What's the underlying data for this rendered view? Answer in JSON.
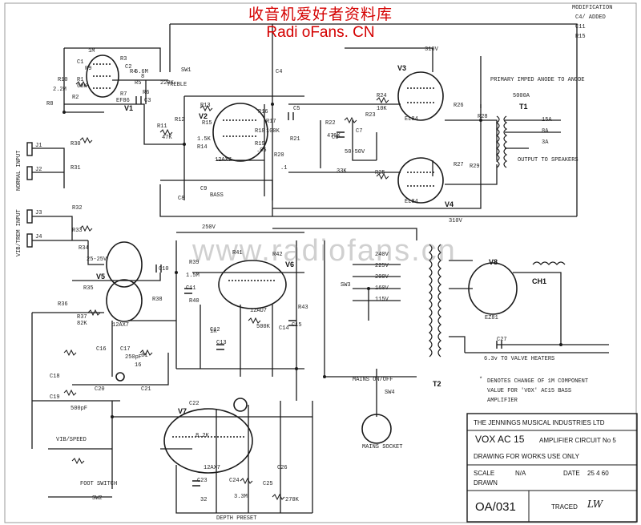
{
  "header": {
    "site_cn": "收音机爱好者资料库",
    "site_en": "Radi oFans. CN"
  },
  "watermark": "www.radiofans.cn",
  "modification": {
    "title": "MODIFICATION",
    "line1": "C4/ ADDED",
    "line2": "C11",
    "line3": "R15"
  },
  "tubes": {
    "v1": "V1",
    "v1_type": "EF86",
    "v2": "V2",
    "v2_type": "12AX7",
    "v3": "V3",
    "v3_type": "EL84",
    "v4": "V4",
    "v4_type": "EL84",
    "v5": "V5",
    "v5_type": "12AX7",
    "v6": "V6",
    "v6_type": "12AU7",
    "v7": "V7",
    "v7_type": "12AX7",
    "v8": "V8",
    "v8_type": "EZ81"
  },
  "transformers": {
    "t1": "T1",
    "t1_ratio": "5000A",
    "t1_note": "PRIMARY IMPED ANODE TO ANODE",
    "t1_taps": [
      "15A",
      "8A",
      "3A"
    ],
    "t1_output": "OUTPUT TO SPEAKERS",
    "t2": "T2",
    "t2_taps": [
      "240V",
      "225V",
      "200V",
      "160V",
      "115V"
    ],
    "heaters": "6.3v TO VALVE HEATERS",
    "ch1": "CH1"
  },
  "inputs": {
    "normal": "NORMAL INPUT",
    "vib": "VIB/TREM INPUT",
    "jacks": [
      "J1",
      "J2",
      "J3",
      "J4"
    ]
  },
  "controls": {
    "treble": "TREBLE",
    "bass": "BASS",
    "mains_switch": "MAINS ON/OFF",
    "mains_socket": "MAINS SOCKET",
    "vib_speed": "VIB/SPEED",
    "foot_switch": "FOOT SWITCH",
    "depth_preset": "DEPTH PRESET",
    "sw1": "SW1",
    "sw2": "SW2",
    "sw3": "SW3",
    "sw4": "SW4"
  },
  "rails": {
    "r1": "310V",
    "r2": "310V",
    "r3": "250V"
  },
  "parts": [
    "R1",
    "R2",
    "R3",
    "R4",
    "R5",
    "R6",
    "R7",
    "R8",
    "R9",
    "R10",
    "R11",
    "R12",
    "R13",
    "R14",
    "R15",
    "R16",
    "R17",
    "R18",
    "R19",
    "R20",
    "R21",
    "R22",
    "R23",
    "R24",
    "R25",
    "R26",
    "R27",
    "R28",
    "R29",
    "R30",
    "R31",
    "R32",
    "R33",
    "R34",
    "R35",
    "R36",
    "R37",
    "R38",
    "R39",
    "R40",
    "R41",
    "R42",
    "R43",
    "C1",
    "C2",
    "C3",
    "C4",
    "C5",
    "C6",
    "C7",
    "C8",
    "C9",
    "C10",
    "C11",
    "C12",
    "C13",
    "C14",
    "C15",
    "C16",
    "C17",
    "C18",
    "C19",
    "C20",
    "C21",
    "C22",
    "C23",
    "C24",
    "C25",
    "C26",
    "C27"
  ],
  "values": [
    "1M",
    "68K",
    "2.2M",
    "220K",
    "100K",
    "47K",
    "1.5K",
    "470K",
    "33K",
    "10K",
    "1K",
    "1.5M",
    "500K",
    "82K",
    "270K",
    "8.2K",
    "3.3M",
    "5.6M",
    "25-25V",
    ".01",
    ".05",
    ".1",
    "250pF",
    "500pF",
    "8",
    "16",
    "32",
    "50-50V"
  ],
  "footnote": {
    "mark": "*",
    "line1": "DENOTES CHANGE OF 1M COMPONENT",
    "line2": "VALUE FOR 'VOX' AC15 BASS",
    "line3": "AMPLIFIER"
  },
  "title_block": {
    "company": "THE JENNINGS MUSICAL INDUSTRIES LTD",
    "model": "VOX AC 15",
    "model_sub": "AMPLIFIER CIRCUIT No 5",
    "drawing_note": "DRAWING FOR WORKS USE ONLY",
    "scale_label": "SCALE",
    "scale": "N/A",
    "drawn_label": "DRAWN",
    "date_label": "DATE",
    "date": "25 4 60",
    "drawing_no": "OA/031",
    "traced_label": "TRACED",
    "traced_by": "LW"
  }
}
